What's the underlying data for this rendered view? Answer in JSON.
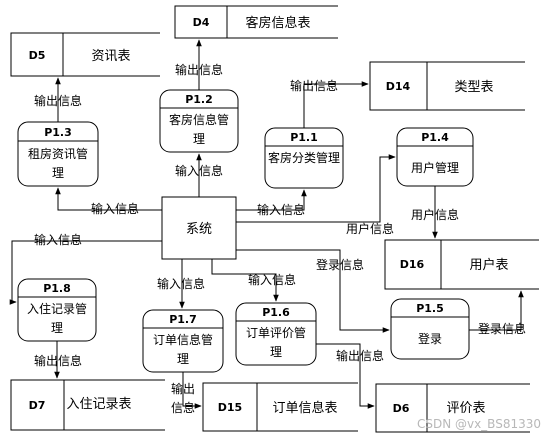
{
  "system": {
    "label": "系统"
  },
  "stores": {
    "d4": {
      "id": "D4",
      "name": "客房信息表"
    },
    "d5": {
      "id": "D5",
      "name": "资讯表"
    },
    "d14": {
      "id": "D14",
      "name": "类型表"
    },
    "d16": {
      "id": "D16",
      "name": "用户表"
    },
    "d7": {
      "id": "D7",
      "name": "入住记录表"
    },
    "d15": {
      "id": "D15",
      "name": "订单信息表"
    },
    "d6": {
      "id": "D6",
      "name": "评价表"
    }
  },
  "processes": {
    "p11": {
      "id": "P1.1",
      "name": "客房分类管理"
    },
    "p12": {
      "id": "P1.2",
      "name": "客房信息管理"
    },
    "p13": {
      "id": "P1.3",
      "name": "租房资讯管理"
    },
    "p14": {
      "id": "P1.4",
      "name": "用户管理"
    },
    "p15": {
      "id": "P1.5",
      "name": "登录"
    },
    "p16": {
      "id": "P1.6",
      "name": "订单评价管理"
    },
    "p17": {
      "id": "P1.7",
      "name": "订单信息管理"
    },
    "p18": {
      "id": "P1.8",
      "name": "入住记录管理"
    }
  },
  "flows": {
    "p12_out": "输出信息",
    "p11_out": "输出信息",
    "p13_out": "输出信息",
    "sys_p13_in": "输入信息",
    "sys_p12_in": "输入信息",
    "sys_p11_in": "输入信息",
    "user_info_a": "用户信息",
    "user_info_b": "用户信息",
    "sys_p18_in": "输入信息",
    "login_info_a": "登录信息",
    "sys_p16_in": "输入信息",
    "sys_p17_in": "输入信息",
    "login_info_b": "登录信息",
    "p18_out": "输出信息",
    "p16_out": "输出信息",
    "p17_out_1": "输出",
    "p17_out_2": "信息"
  },
  "watermark": "CSDN @vx_BS81330"
}
